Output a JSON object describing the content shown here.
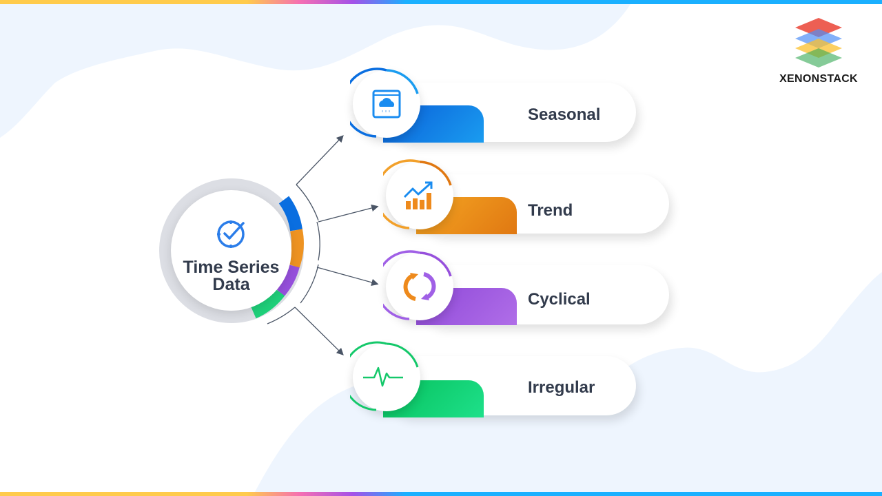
{
  "brand": {
    "name": "XENONSTACK",
    "logo_colors": [
      "#ea4335",
      "#4f8ff7",
      "#fbc02d",
      "#34a853"
    ]
  },
  "theme": {
    "bar_colors": [
      "#ffcb4c",
      "#f56fb2",
      "#a451e8",
      "#1ab0ff"
    ],
    "background_wave": "#eef5fe",
    "text_dark": "#323b4c"
  },
  "hub": {
    "title_line1": "Time Series",
    "title_line2": "Data",
    "icon": "clock-check-icon",
    "icon_color": "#2b7de9",
    "ring_segments": [
      {
        "name": "seasonal",
        "color": "#0a6ee0"
      },
      {
        "name": "trend",
        "color": "#ee9322"
      },
      {
        "name": "cyclical",
        "color": "#9650dc"
      },
      {
        "name": "irregular",
        "color": "#1fd07a"
      }
    ]
  },
  "components": [
    {
      "label": "Seasonal",
      "icon": "weather-window-icon",
      "color": "#0a6ee0",
      "color2": "#1a9cf0"
    },
    {
      "label": "Trend",
      "icon": "trend-chart-icon",
      "color": "#f5a623",
      "color2": "#e67e10"
    },
    {
      "label": "Cyclical",
      "icon": "cycle-arrows-icon",
      "color": "#9650dc",
      "color2": "#b06ee8"
    },
    {
      "label": "Irregular",
      "icon": "pulse-icon",
      "color": "#10c765",
      "color2": "#1ee08a"
    }
  ]
}
